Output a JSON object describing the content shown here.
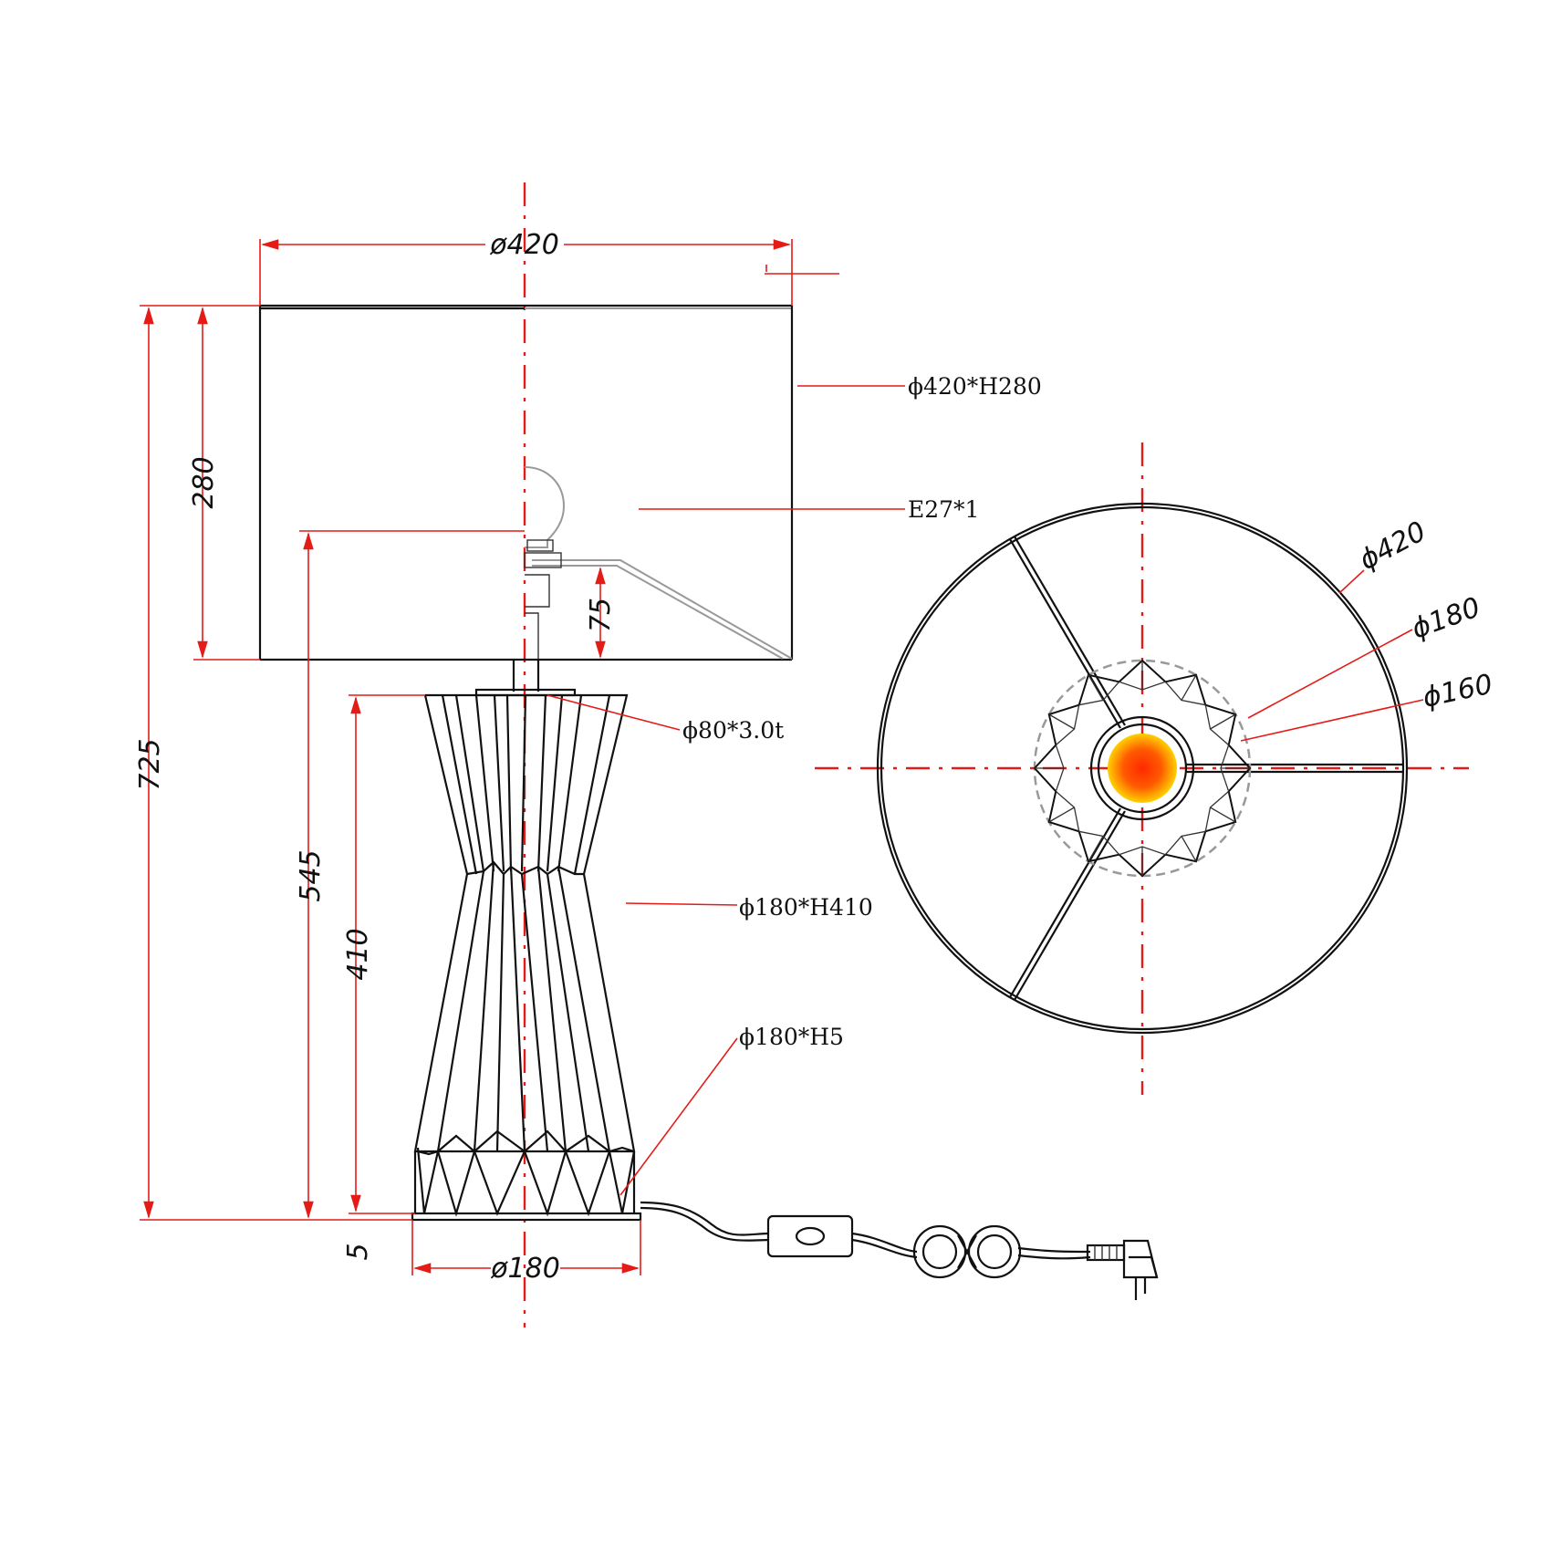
{
  "side_view": {
    "shade_diameter": "ø420",
    "total_height": "725",
    "shade_height": "280",
    "socket_height": "545",
    "socket_offset": "75",
    "body_height": "410",
    "base_thickness": "5",
    "base_diameter": "ø180"
  },
  "notes": {
    "shade": "ϕ420*H280",
    "bulb": "E27*1",
    "tube": "ϕ80*3.0t",
    "body": "ϕ180*H410",
    "base": "ϕ180*H5"
  },
  "top_view": {
    "outer_diameter": "ϕ420",
    "mid_diameter": "ϕ180",
    "inner_diameter": "ϕ160"
  },
  "colors": {
    "dimension_lines": "#e41b17",
    "outline": "#111111",
    "hidden_lines": "#999999",
    "bulb_center": "#ff2a00",
    "bulb_edge": "#ffd000"
  },
  "icons": [
    "inline-switch-icon",
    "euro-plug-icon",
    "coiled-cord-icon"
  ]
}
